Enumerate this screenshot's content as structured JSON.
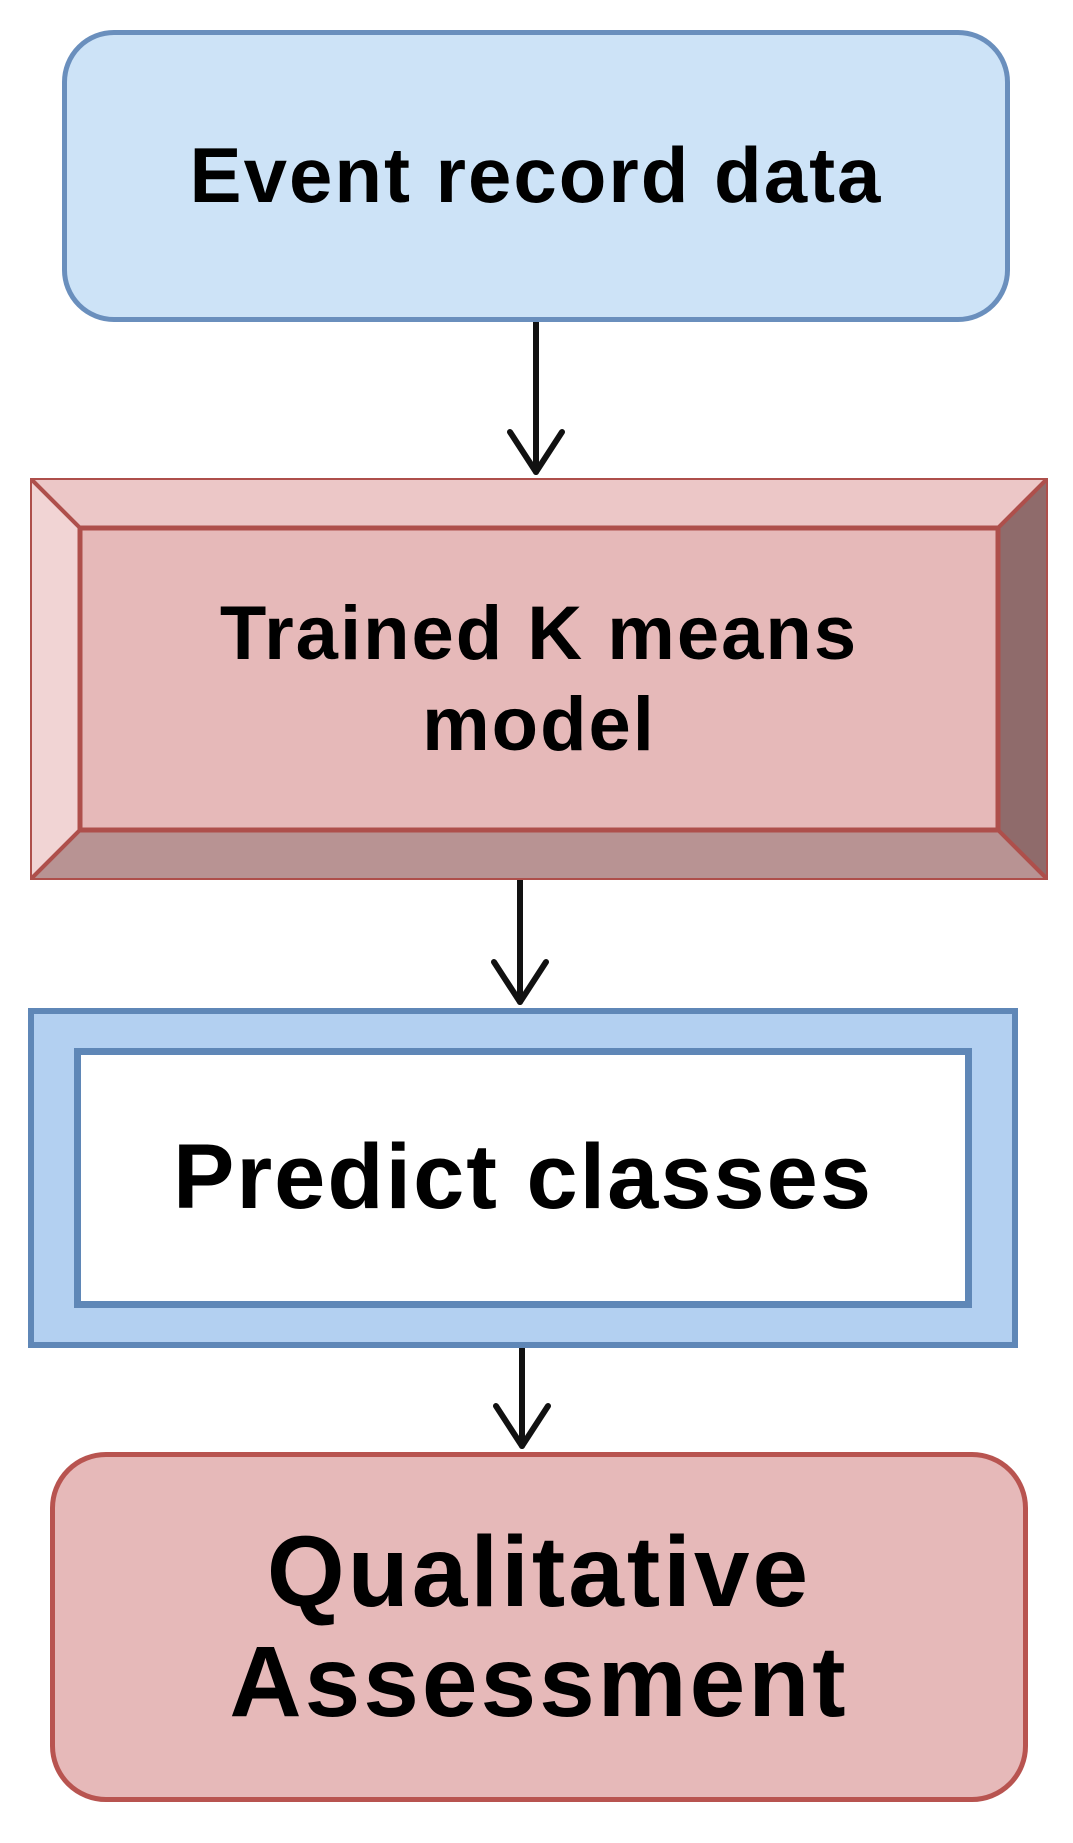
{
  "diagram": {
    "nodes": [
      {
        "id": "event",
        "label": "Event record data",
        "fill": "#cde3f7",
        "stroke": "#6a8fbd"
      },
      {
        "id": "trained",
        "label_lines": [
          "Trained K means",
          "model"
        ],
        "fill": "#e6b9b9",
        "stroke": "#ae4f4b"
      },
      {
        "id": "predict",
        "label": "Predict classes",
        "fill": "#b3d0f1",
        "stroke": "#5f87b7"
      },
      {
        "id": "qualitative",
        "label_lines": [
          "Qualitative",
          "Assessment"
        ],
        "fill": "#e6b9b9",
        "stroke": "#b85450"
      }
    ],
    "edges": [
      {
        "from": "event",
        "to": "trained"
      },
      {
        "from": "trained",
        "to": "predict"
      },
      {
        "from": "predict",
        "to": "qualitative"
      }
    ]
  }
}
